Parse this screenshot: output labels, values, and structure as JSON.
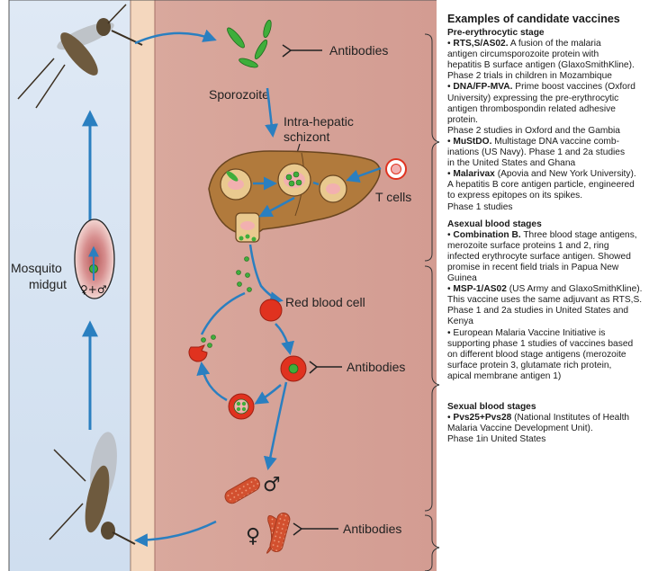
{
  "diagram": {
    "labels": {
      "antibodies_top": "Antibodies",
      "sporozoite": "Sporozoite",
      "intra_hepatic": "Intra-hepatic",
      "schizont": "schizont",
      "t_cells": "T cells",
      "mosquito": "Mosquito",
      "midgut": "midgut",
      "red_blood_cell": "Red blood cell",
      "antibodies_mid": "Antibodies",
      "antibodies_bottom": "Antibodies",
      "male_symbol": "♂",
      "female_symbol": "♀",
      "midgut_symbols": "♀+♂"
    }
  },
  "sidebar": {
    "title": "Examples of candidate vaccines",
    "sections": [
      {
        "heading": "Pre-erythrocytic stage",
        "lines": [
          {
            "bullet": "• ",
            "bold": "RTS,S/AS02.",
            "text": " A fusion of the malaria"
          },
          {
            "text": "antigen circumsporozoite protein with"
          },
          {
            "text": "hepatitis B surface antigen (GlaxoSmithKline)."
          },
          {
            "text": "Phase 2 trials in children in Mozambique"
          },
          {
            "bullet": "• ",
            "bold": "DNA/FP-MVA.",
            "text": " Prime boost vaccines (Oxford"
          },
          {
            "text": "University) expressing the pre-erythrocytic"
          },
          {
            "text": "antigen thrombospondin related adhesive"
          },
          {
            "text": "protein."
          },
          {
            "text": "Phase 2 studies in Oxford and the Gambia"
          },
          {
            "bullet": "• ",
            "bold": "MuStDO.",
            "text": " Multistage DNA vaccine comb-"
          },
          {
            "text": "inations (US Navy). Phase 1 and 2a studies"
          },
          {
            "text": "in the United States and Ghana"
          },
          {
            "bullet": "• ",
            "bold": "Malarivax",
            "text": " (Apovia and New York University)."
          },
          {
            "text": "A hepatitis B core antigen particle, engineered"
          },
          {
            "text": "to express epitopes on its spikes."
          },
          {
            "text": "Phase 1 studies"
          }
        ]
      },
      {
        "heading": "Asexual blood stages",
        "lines": [
          {
            "bullet": "• ",
            "bold": "Combination B.",
            "text": " Three blood stage antigens,"
          },
          {
            "text": "merozoite surface proteins 1 and 2, ring"
          },
          {
            "text": "infected erythrocyte surface antigen. Showed"
          },
          {
            "text": "promise in recent field trials in Papua New"
          },
          {
            "text": "Guinea"
          },
          {
            "bullet": "• ",
            "bold": "MSP-1/AS02",
            "text": " (US Army and GlaxoSmithKline)."
          },
          {
            "text": "This vaccine uses the same adjuvant as RTS,S."
          },
          {
            "text": "Phase 1 and 2a studies in United States and"
          },
          {
            "text": "Kenya"
          },
          {
            "bullet": "• ",
            "text": "European Malaria Vaccine Initiative is"
          },
          {
            "text": "supporting phase 1 studies of vaccines based"
          },
          {
            "text": "on different blood stage antigens (merozoite"
          },
          {
            "text": "surface protein 3, glutamate rich protein,"
          },
          {
            "text": "apical membrane antigen 1)"
          }
        ]
      },
      {
        "heading": "Sexual blood stages",
        "lines": [
          {
            "bullet": "• ",
            "bold": "Pvs25+Pvs28",
            "text": " (National Institutes of Health"
          },
          {
            "text": "Malaria Vaccine Development Unit)."
          },
          {
            "text": "Phase 1in United States"
          }
        ]
      }
    ]
  },
  "colors": {
    "skin": "#d9a89d",
    "skin_dark": "#c9908a",
    "blue_panel": "#d7e4f3",
    "strip": "#f4d7be",
    "liver": "#b17a3c",
    "arrow": "#2a7fc0",
    "rbc": "#e0321f",
    "parasite": "#3fae3b"
  }
}
